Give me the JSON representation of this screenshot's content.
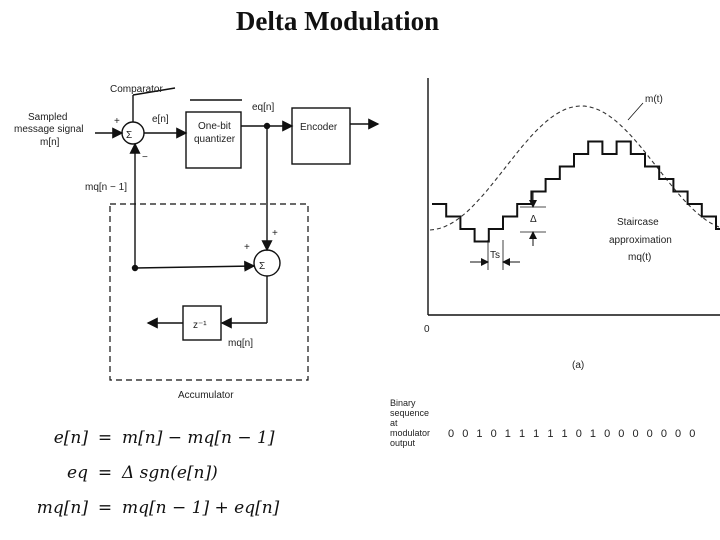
{
  "title": "Delta Modulation",
  "block_diagram": {
    "comparator_label": "Comparator",
    "input_label_1": "Sampled",
    "input_label_2": "message signal",
    "input_label_3": "m[n]",
    "error_label": "e[n]",
    "quantizer_label_1": "One-bit",
    "quantizer_label_2": "quantizer",
    "eq_label": "eq[n]",
    "encoder_label": "Encoder",
    "feedback_label": "mq[n − 1]",
    "sigma": "Σ",
    "plus": "+",
    "minus": "−",
    "delay_label": "z⁻¹",
    "mq_label": "mq[n]",
    "accumulator_label": "Accumulator"
  },
  "waveform": {
    "m_label": "m(t)",
    "delta_label": "Δ",
    "ts_label": "Ts",
    "staircase_label_1": "Staircase",
    "staircase_label_2": "approximation",
    "staircase_label_3": "mq(t)",
    "origin_label": "0",
    "caption": "(a)",
    "staircase_levels": [
      2,
      1,
      0,
      -1,
      0,
      1,
      2,
      3,
      4,
      5,
      6,
      7,
      6,
      7,
      6,
      5,
      4,
      3,
      2,
      1,
      0
    ]
  },
  "binary": {
    "label_1": "Binary",
    "label_2": "sequence",
    "label_3": "at modulator",
    "label_4": "output",
    "bits": [
      "0",
      "0",
      "1",
      "0",
      "1",
      "1",
      "1",
      "1",
      "1",
      "0",
      "1",
      "0",
      "0",
      "0",
      "0",
      "0",
      "0",
      "0"
    ]
  },
  "equations": [
    {
      "lhs": "e[n]",
      "op": "=",
      "rhs": "m[n] − mq[n − 1]"
    },
    {
      "lhs": "eq",
      "op": "=",
      "rhs": "Δ sgn(e[n])"
    },
    {
      "lhs": "mq[n]",
      "op": "=",
      "rhs": "mq[n − 1] + eq[n]"
    }
  ]
}
